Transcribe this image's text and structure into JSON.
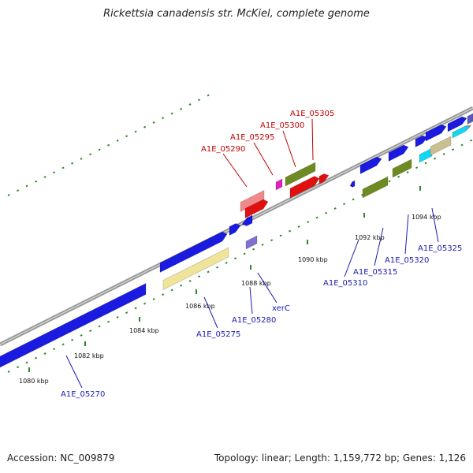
{
  "title": "Rickettsia canadensis str. McKiel, complete genome",
  "footer": {
    "accession": "Accession: NC_009879",
    "topology": "Topology: linear; Length: 1,159,772 bp; Genes: 1,126"
  },
  "scale_ticks": [
    {
      "kbp": 1080,
      "label": "1080 kbp"
    },
    {
      "kbp": 1082,
      "label": "1082 kbp"
    },
    {
      "kbp": 1084,
      "label": "1084 kbp"
    },
    {
      "kbp": 1086,
      "label": "1086 kbp"
    },
    {
      "kbp": 1088,
      "label": "1088 kbp"
    },
    {
      "kbp": 1090,
      "label": "1090 kbp"
    },
    {
      "kbp": 1092,
      "label": "1092 kbp"
    },
    {
      "kbp": 1094,
      "label": "1094 kbp"
    }
  ],
  "upper_labels": [
    "A1E_05290",
    "A1E_05295",
    "A1E_05300",
    "A1E_05305"
  ],
  "lower_labels": [
    "A1E_05270",
    "A1E_05275",
    "A1E_05280",
    "xerC",
    "A1E_05310",
    "A1E_05315",
    "A1E_05320",
    "A1E_05325"
  ],
  "colors": {
    "blue": "#1a1ae0",
    "red": "#e01010",
    "pink": "#f08a8a",
    "olive": "#6e8a22",
    "khaki": "#f0e49a",
    "magenta": "#e020c0",
    "lavender": "#8070d0",
    "cyan": "#10d8f0",
    "tan": "#c8c090",
    "label_red": "#c00000",
    "label_blue": "#1a1ab0",
    "tick_green": "#2a8a2a",
    "backbone": "#8a8a8a"
  }
}
